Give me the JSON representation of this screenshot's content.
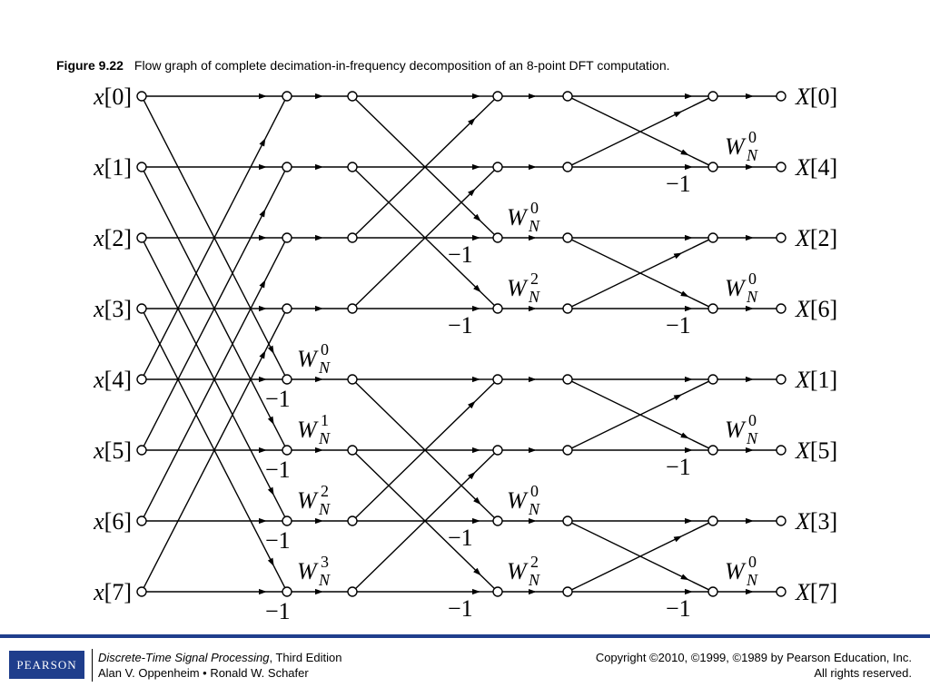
{
  "caption": {
    "figure_label": "Figure 9.22",
    "text": "Flow graph of complete decimation-in-frequency decomposition of an 8-point DFT computation."
  },
  "diagram": {
    "inputs": [
      "x[0]",
      "x[1]",
      "x[2]",
      "x[3]",
      "x[4]",
      "x[5]",
      "x[6]",
      "x[7]"
    ],
    "outputs": [
      "X[0]",
      "X[4]",
      "X[2]",
      "X[6]",
      "X[1]",
      "X[5]",
      "X[3]",
      "X[7]"
    ],
    "twiddle_base": "W",
    "twiddle_sub": "N",
    "neg_one": "−1",
    "stage1_twiddles": [
      "0",
      "1",
      "2",
      "3"
    ],
    "stage2_twiddles": [
      "0",
      "2",
      "0",
      "2"
    ],
    "stage3_twiddles": [
      "0",
      "0",
      "0",
      "0"
    ]
  },
  "footer": {
    "publisher_logo": "PEARSON",
    "book_title": "Discrete-Time Signal Processing",
    "edition": ", Third Edition",
    "authors": "Alan V. Oppenheim • Ronald W. Schafer",
    "copyright": "Copyright ©2010, ©1999, ©1989 by Pearson Education, Inc.",
    "rights": "All rights reserved."
  }
}
